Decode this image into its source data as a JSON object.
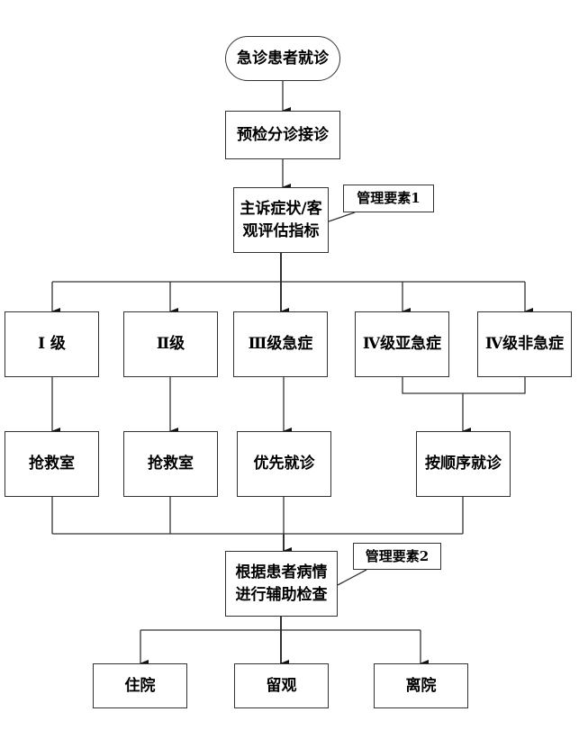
{
  "diagram": {
    "start": "急诊患者就诊",
    "triage": "预检分诊接诊",
    "assessment": "主诉症状/客观评估指标",
    "assessment_lines": [
      "主诉症状/客",
      "观评估指标"
    ],
    "note1": "管理要素1",
    "levels": [
      {
        "label": "Ⅰ 级"
      },
      {
        "label": "Ⅱ级"
      },
      {
        "label": "Ⅲ级急症"
      },
      {
        "label": "Ⅳ级亚急症"
      },
      {
        "label": "Ⅳ级非急症"
      }
    ],
    "destinations": [
      {
        "label": "抢救室"
      },
      {
        "label": "抢救室"
      },
      {
        "label": "优先就诊"
      },
      {
        "label": "按顺序就诊"
      }
    ],
    "exam_lines": [
      "根据患者病情",
      "进行辅助检查"
    ],
    "note2": "管理要素2",
    "outcomes": [
      {
        "label": "住院"
      },
      {
        "label": "留观"
      },
      {
        "label": "离院"
      }
    ],
    "line_color": "#333333"
  }
}
